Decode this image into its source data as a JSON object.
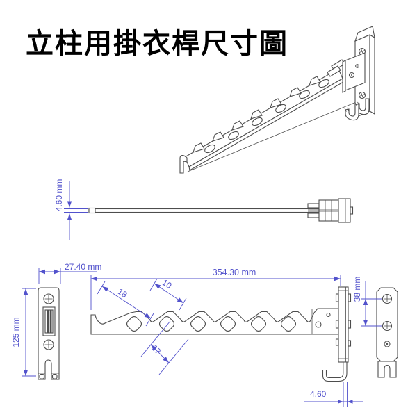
{
  "title": "立柱用掛衣桿尺寸圖",
  "colors": {
    "dimension": "#5252cc",
    "drawing_line": "#4d4d4d",
    "background": "#ffffff",
    "title_color": "#000000"
  },
  "views": {
    "top_view": {
      "thickness_dim": "4.60 mm"
    },
    "front_view": {
      "plate_width_dim": "27.40 mm",
      "plate_height_dim": "125 mm",
      "arm_length_dim": "354.30 mm",
      "slot_length_dim": "18",
      "slot_width_dim": "10",
      "slot_pitch_dim": "17",
      "hook_thickness_dim": "4.60"
    },
    "side_view": {
      "screw_spacing_dim": "38 mm"
    }
  }
}
